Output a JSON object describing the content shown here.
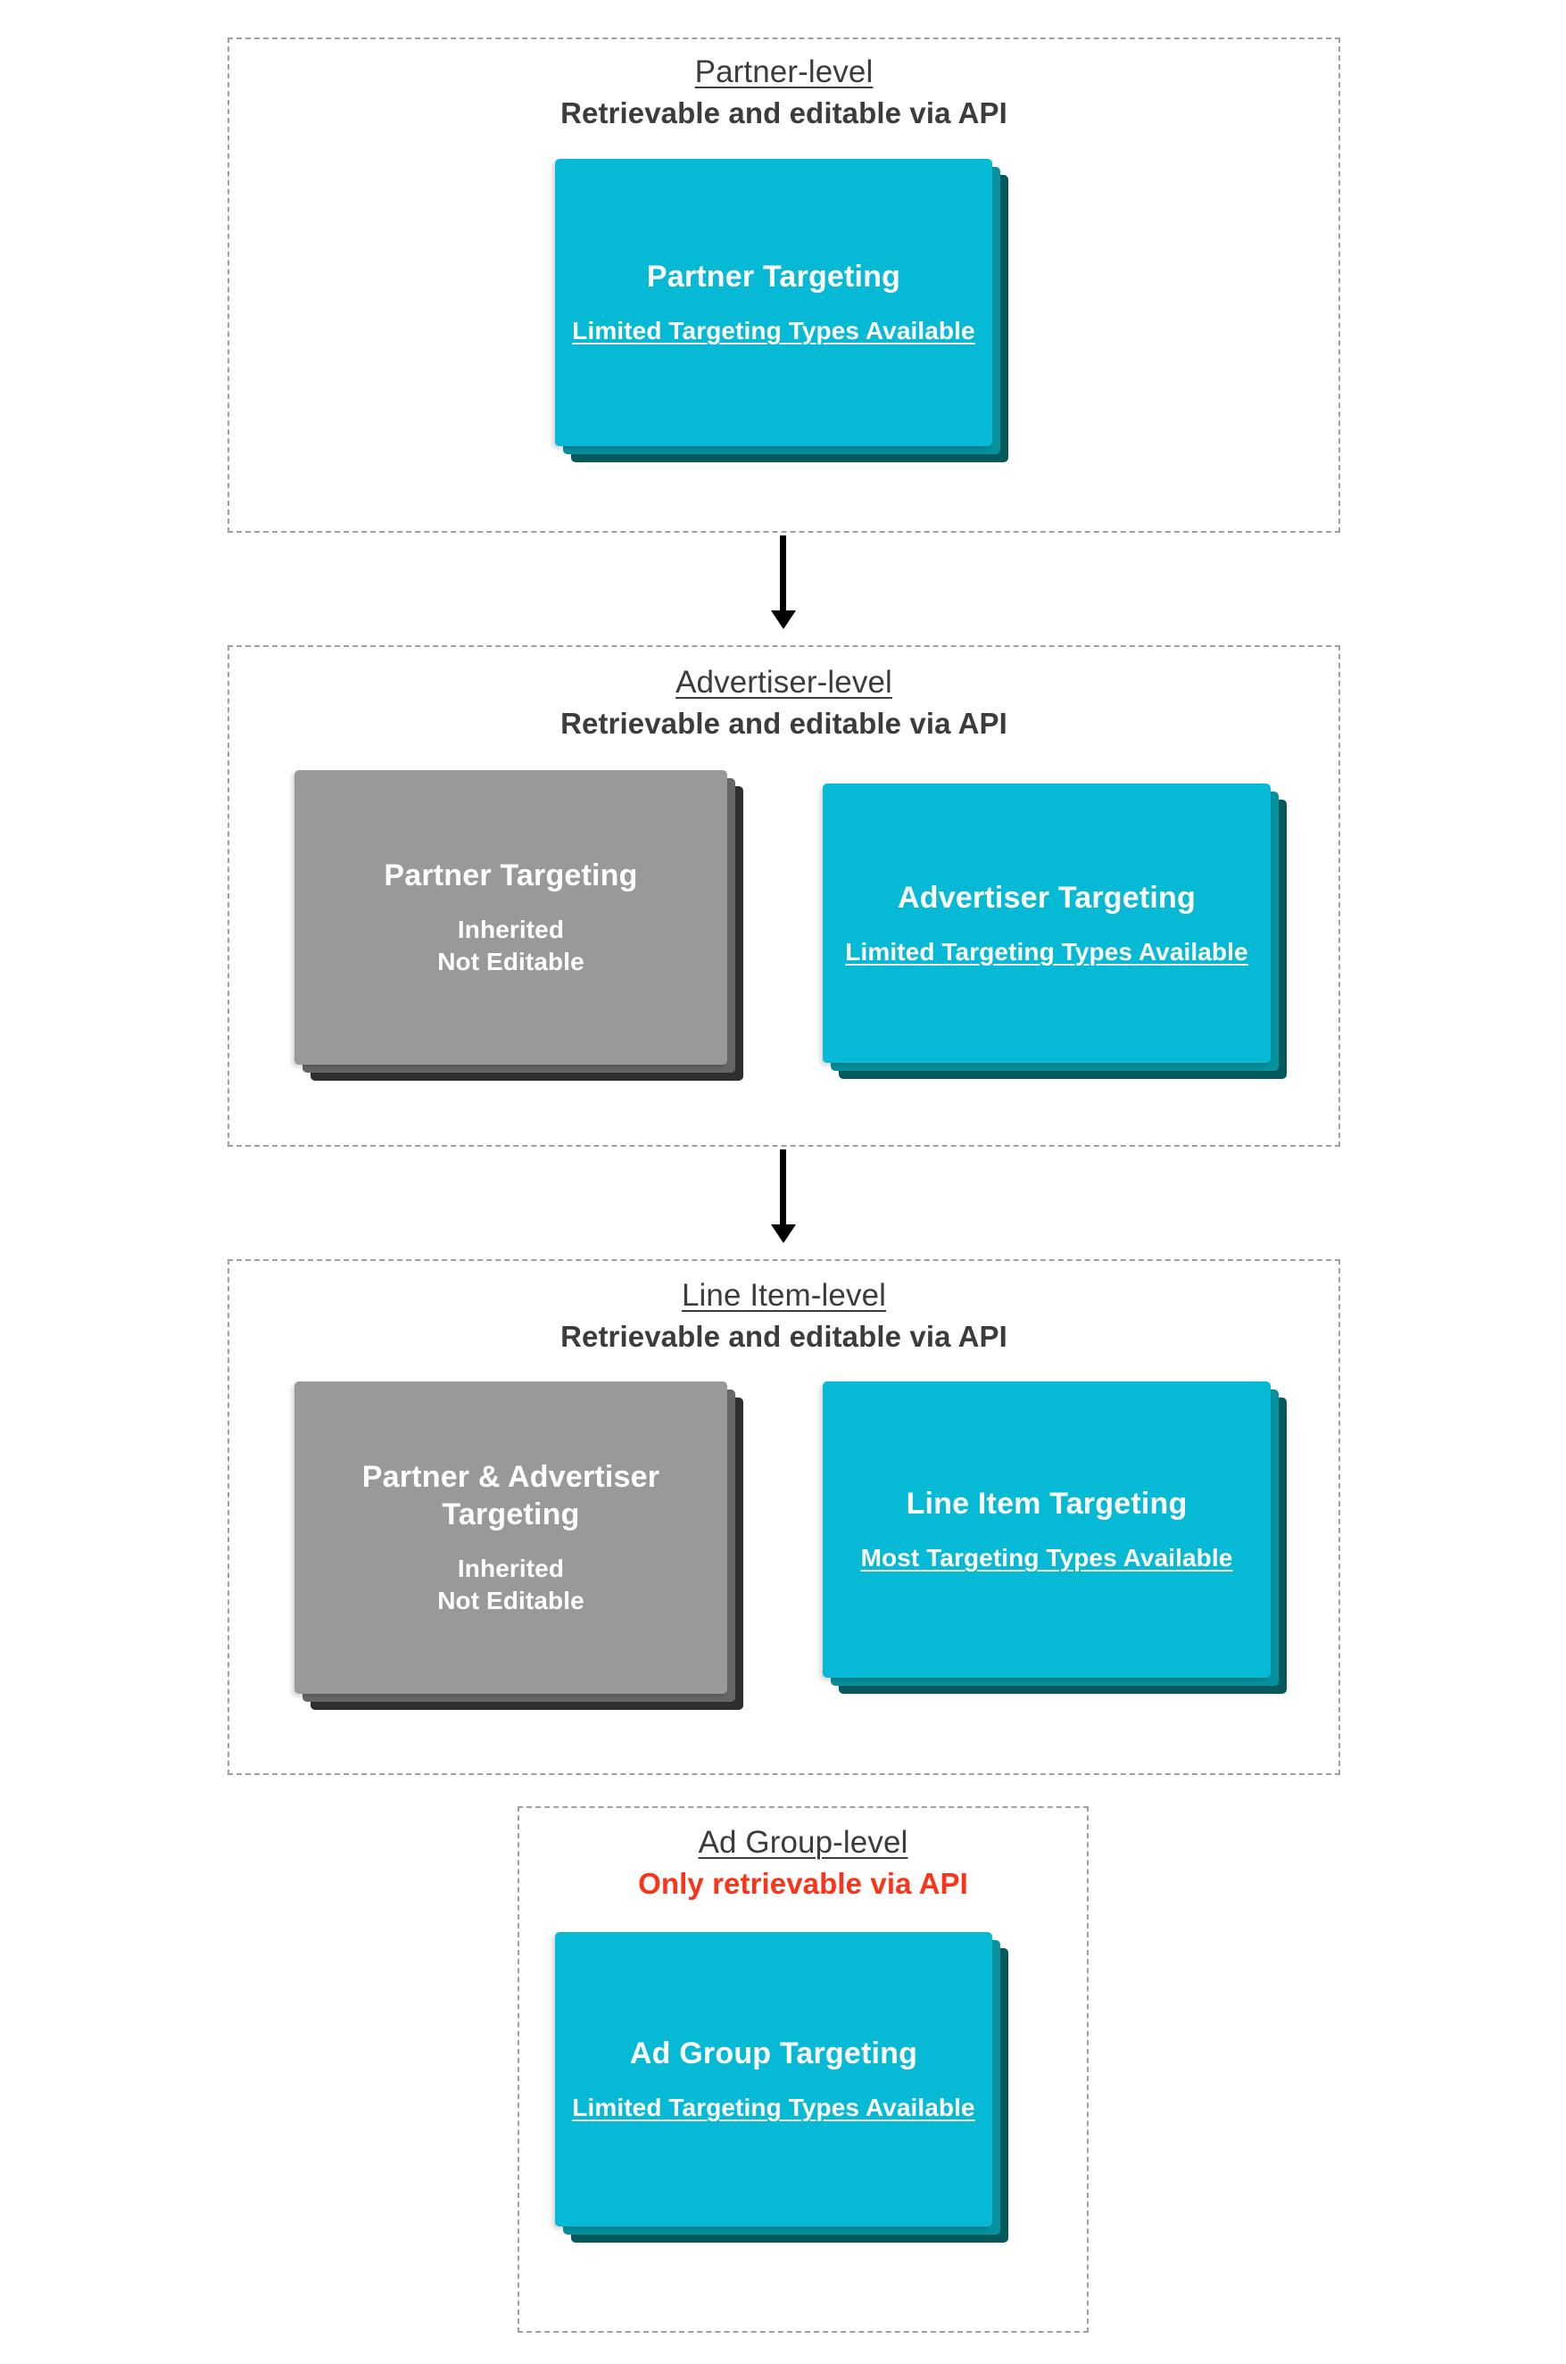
{
  "diagram": {
    "sections": [
      {
        "id": "partner-level",
        "title": "Partner-level",
        "subtitle": "Retrievable and editable via API",
        "subtitle_color": "#3c3c3c",
        "cards": [
          {
            "id": "partner-targeting",
            "title": "Partner Targeting",
            "subtitle": "Limited Targeting Types Available",
            "style": "cyan",
            "subtitle_underlined": true
          }
        ]
      },
      {
        "id": "advertiser-level",
        "title": "Advertiser-level",
        "subtitle": "Retrievable and editable via API",
        "subtitle_color": "#3c3c3c",
        "cards": [
          {
            "id": "partner-targeting-inherited",
            "title": "Partner Targeting",
            "subtitle": "Inherited\nNot Editable",
            "style": "grey",
            "subtitle_underlined": false
          },
          {
            "id": "advertiser-targeting",
            "title": "Advertiser Targeting",
            "subtitle": "Limited Targeting Types Available",
            "style": "cyan",
            "subtitle_underlined": true
          }
        ]
      },
      {
        "id": "line-item-level",
        "title": "Line Item-level",
        "subtitle": "Retrievable and editable via API",
        "subtitle_color": "#3c3c3c",
        "cards": [
          {
            "id": "partner-advertiser-targeting-inherited",
            "title": "Partner & Advertiser Targeting",
            "subtitle": "Inherited\nNot Editable",
            "style": "grey",
            "subtitle_underlined": false
          },
          {
            "id": "line-item-targeting",
            "title": "Line Item Targeting",
            "subtitle": "Most Targeting Types Available",
            "style": "cyan",
            "subtitle_underlined": true
          }
        ]
      },
      {
        "id": "ad-group-level",
        "title": "Ad Group-level",
        "subtitle": "Only retrievable via API",
        "subtitle_color": "#fb3318",
        "cards": [
          {
            "id": "ad-group-targeting",
            "title": "Ad Group Targeting",
            "subtitle": "Limited Targeting Types Available",
            "style": "cyan",
            "subtitle_underlined": true
          }
        ]
      }
    ],
    "colors": {
      "cyan_front": "#06b9d5",
      "cyan_mid": "#06919f",
      "cyan_back": "#04595c",
      "grey_front": "#999999",
      "grey_mid": "#666666",
      "grey_back": "#2e2e2e",
      "text_dark": "#3c3c3c",
      "alert_red": "#fb3318",
      "border_dashed": "#a0a0a0",
      "arrow": "#000000"
    }
  }
}
